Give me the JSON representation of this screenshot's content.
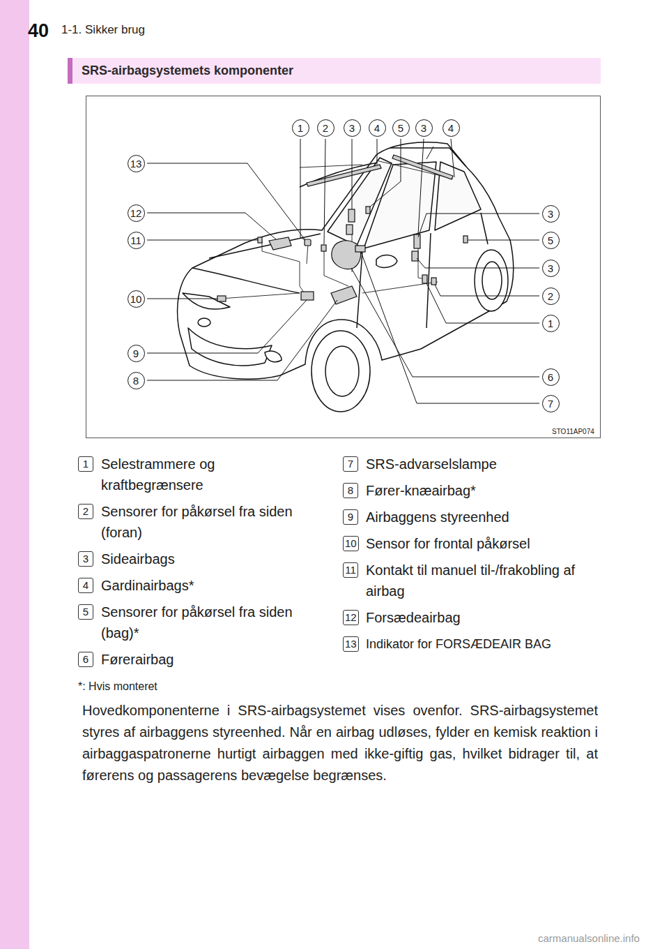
{
  "diagram": {
    "title": "SRS-airbagsystemets komponenter",
    "nodes": [
      {
        "text": [
          "1"
        ]
      },
      {
        "text": [
          "2"
        ]
      },
      {
        "text": [
          "3"
        ]
      },
      {
        "text": [
          "4"
        ]
      },
      {
        "text": [
          "5"
        ]
      },
      {
        "text": [
          "3"
        ]
      },
      {
        "text": [
          "4"
        ]
      },
      {
        "text": [
          "13"
        ]
      },
      {
        "text": [
          "12"
        ]
      },
      {
        "text": [
          "11"
        ]
      },
      {
        "text": [
          "10"
        ]
      },
      {
        "text": [
          "9"
        ]
      },
      {
        "text": [
          "8"
        ]
      },
      {
        "text": [
          "3"
        ]
      },
      {
        "text": [
          "5"
        ]
      },
      {
        "text": [
          "3"
        ]
      },
      {
        "text": [
          "2"
        ]
      },
      {
        "text": [
          "1"
        ]
      },
      {
        "text": [
          "6"
        ]
      },
      {
        "text": [
          "7"
        ]
      },
      {
        "text": [
          "1",
          "Selestrammere og kraftbegrænsere"
        ]
      },
      {
        "text": [
          "2",
          "Sensorer for påkørsel fra siden (foran)"
        ]
      },
      {
        "text": [
          "3",
          "Sideairbags"
        ]
      },
      {
        "text": [
          "4",
          "Gardinairbags*"
        ]
      },
      {
        "text": [
          "5",
          "Sensorer for påkørsel fra siden (bag)*"
        ]
      },
      {
        "text": [
          "6",
          "Førerairbag"
        ]
      },
      {
        "text": [
          "7",
          "SRS-advarselslampe"
        ]
      },
      {
        "text": [
          "8",
          "Fører-knæairbag*"
        ]
      },
      {
        "text": [
          "9",
          "Airbaggens styreenhed"
        ]
      },
      {
        "text": [
          "10",
          "Sensor for frontal påkørsel"
        ]
      },
      {
        "text": [
          "11",
          "Kontakt til manuel til-/frakobling af airbag"
        ]
      },
      {
        "text": [
          "12",
          "Forsædeairbag"
        ]
      },
      {
        "text": [
          "13",
          "Indikator for FORSÆDEAIR BAG"
        ]
      }
    ],
    "labels": [
      "40",
      "1-1. Sikker brug",
      "STO11AP074",
      "*: Hvis monteret",
      "Hovedkomponenterne i SRS-airbagsystemet vises ovenfor. SRS-airbagsystemet styres af airbaggens styreenhed. Når en airbag udløses, fylder en kemisk reaktion i airbaggaspatronerne hurtigt airbaggen med ikke-giftig gas, hvilket bidrager til, at førerens og passagerens bevægelse begrænses.",
      "carmanualsonline.info"
    ]
  }
}
